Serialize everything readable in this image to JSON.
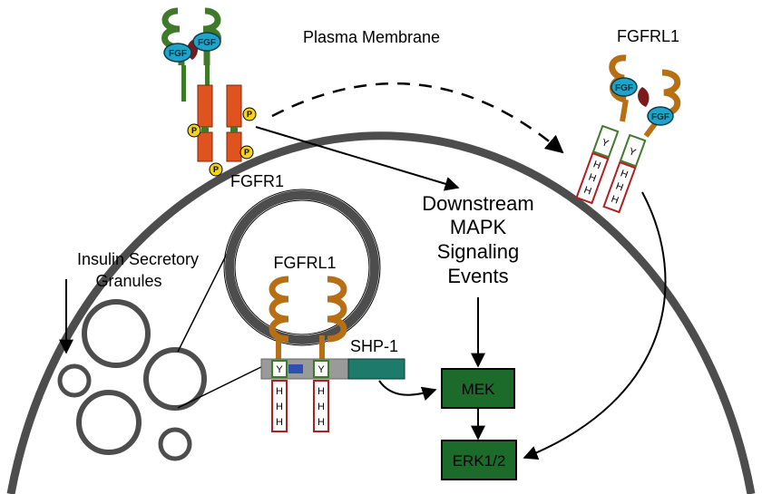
{
  "labels": {
    "plasma_membrane": "Plasma Membrane",
    "fgfrl1_top": "FGFRL1",
    "fgfr1": "FGFR1",
    "downstream": [
      "Downstream",
      "MAPK",
      "Signaling",
      "Events"
    ],
    "insulin": [
      "Insulin Secretory",
      "Granules"
    ],
    "fgfrl1_granule": "FGFRL1",
    "shp1": "SHP-1",
    "mek": "MEK",
    "erk": "ERK1/2",
    "fgf": "FGF",
    "phospho": "P",
    "y": "Y",
    "h": "H"
  },
  "colors": {
    "membrane": "#4d4d4d",
    "fgfr1_receptor": "#e0531f",
    "fgfr1_loops": "#3f7a2a",
    "fgfrl1_loops": "#b86e12",
    "fgf": "#1fa3c8",
    "heparin": "#7a1a1a",
    "kinase_box": "#1c6b2a",
    "shp1": "#1e7a6a",
    "phospho": "#f5d31a"
  }
}
